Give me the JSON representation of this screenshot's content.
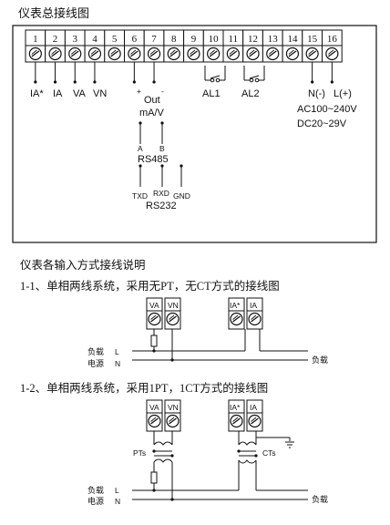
{
  "title": "仪表总接线图",
  "terminals": [
    "1",
    "2",
    "3",
    "4",
    "5",
    "6",
    "7",
    "8",
    "9",
    "10",
    "11",
    "12",
    "13",
    "14",
    "15",
    "16"
  ],
  "main_labels": {
    "ia_star": "IA*",
    "ia": "IA",
    "va": "VA",
    "vn": "VN",
    "plus": "+",
    "minus": "-",
    "out": "Out",
    "out_unit": "mA/V",
    "al1": "AL1",
    "al2": "AL2",
    "n": "N(-)",
    "l": "L(+)",
    "ac": "AC100~240V",
    "dc": "DC20~29V",
    "a": "A",
    "b": "B",
    "rs485": "RS485",
    "txd": "TXD",
    "rxd": "RXD",
    "gnd": "GND",
    "rs232": "RS232"
  },
  "section_title": "仪表各输入方式接线说明",
  "diagram1": {
    "title": "1-1、单相两线系统，采用无PT，无CT方式的接线图",
    "term_va": "VA",
    "term_vn": "VN",
    "term_ia_star": "IA*",
    "term_ia": "IA",
    "load_l": "负载",
    "l_mark": "L",
    "source_n": "电源",
    "n_mark": "N",
    "load_r": "负载"
  },
  "diagram2": {
    "title": "1-2、单相两线系统，采用1PT，1CT方式的接线图",
    "term_va": "VA",
    "term_vn": "VN",
    "term_ia_star": "IA*",
    "term_ia": "IA",
    "pts": "PTs",
    "cts": "CTs",
    "load_l": "负载",
    "l_mark": "L",
    "source_n": "电源",
    "n_mark": "N",
    "load_r": "负载"
  }
}
